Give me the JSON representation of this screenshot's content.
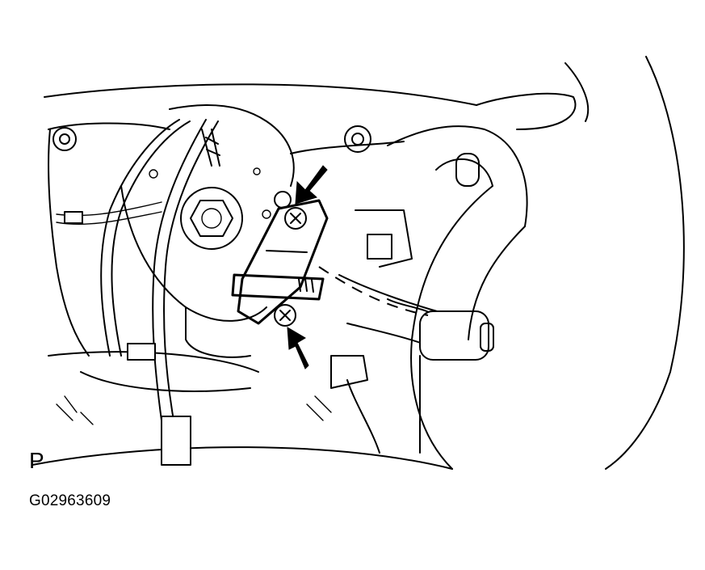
{
  "figure": {
    "view_label": "P",
    "figure_code": "G02963609",
    "callouts": [
      {
        "name": "upper-screw-arrow"
      },
      {
        "name": "lower-screw-arrow"
      }
    ]
  }
}
